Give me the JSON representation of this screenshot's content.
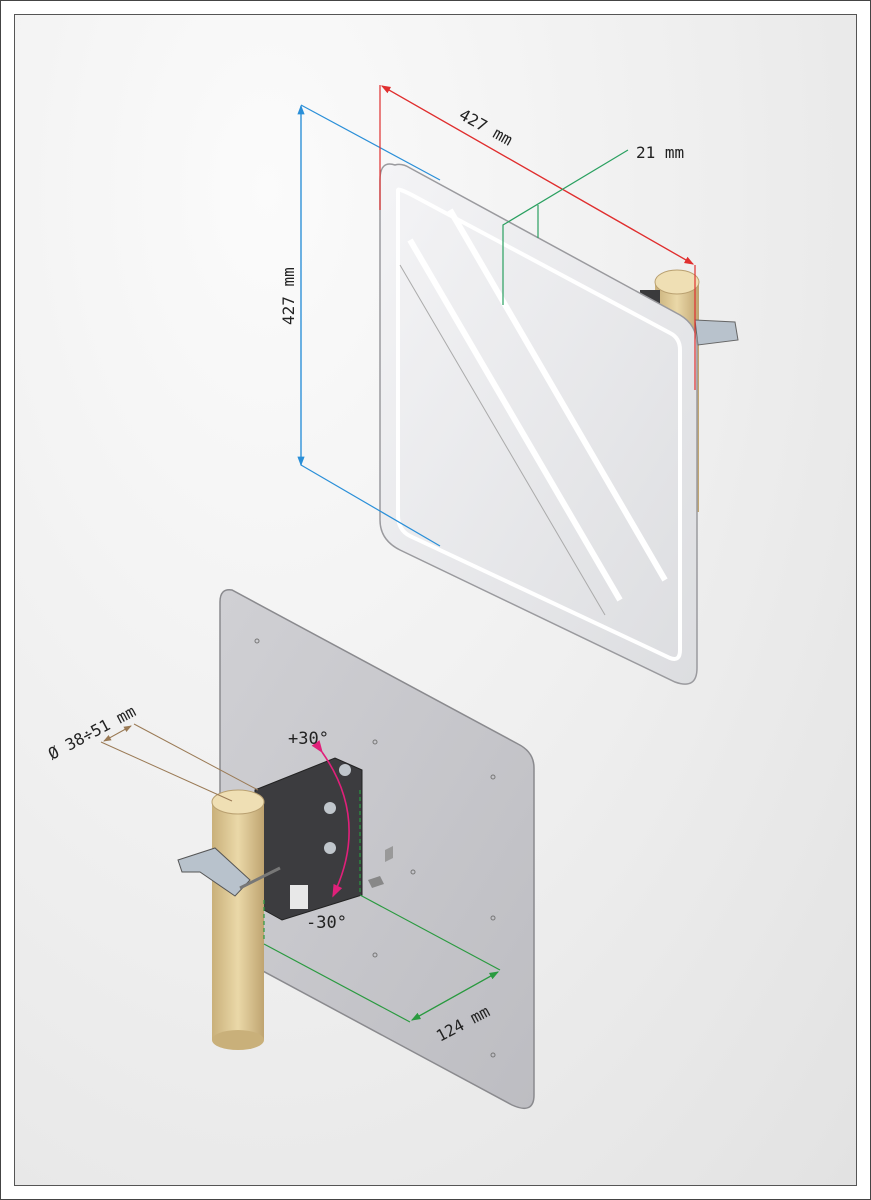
{
  "title": "Antenna dimensions and mounting",
  "labels": {
    "width": "427 mm",
    "height": "427 mm",
    "depth": "21 mm",
    "pole_diameter": "Ø 38÷51 mm",
    "tilt_up": "+30°",
    "tilt_down": "-30°",
    "offset": "124 mm"
  },
  "colors": {
    "width_dim": "#e03030",
    "height_dim": "#2a8fd8",
    "depth_dim": "#2aa060",
    "pole_dim": "#9a7a55",
    "tilt_arc": "#e0207a",
    "offset_dim": "#2a9a40",
    "pole": "#e2cfa0"
  }
}
